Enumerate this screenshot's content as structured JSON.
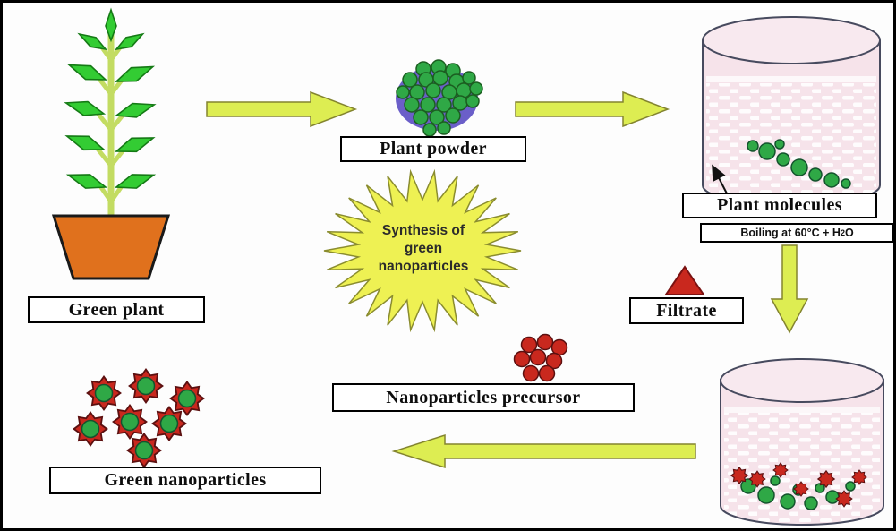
{
  "labels": {
    "green_plant": "Green plant",
    "plant_powder": "Plant powder",
    "plant_molecules": "Plant molecules",
    "boiling_prefix": "Boiling at 60°C + H",
    "boiling_sub": "2",
    "boiling_suffix": "O",
    "filtrate": "Filtrate",
    "synthesis_lines": [
      "Synthesis of",
      "green",
      "nanoparticles"
    ],
    "nanoparticles_precursor": "Nanoparticles precursor",
    "green_nanoparticles": "Green nanoparticles"
  },
  "colors": {
    "arrow": "#dded52",
    "arrow_outline": "#83842f",
    "starburst": "#eef153",
    "pot": "#e0711d",
    "leaf": "#33cc33",
    "stem": "#c3dc62",
    "liquid": "#f6e3ea",
    "beaker_outline": "#474a5e",
    "green_particle": "#2fa846",
    "red_particle": "#c9281e",
    "powder_backdrop": "#6b5fc9"
  }
}
